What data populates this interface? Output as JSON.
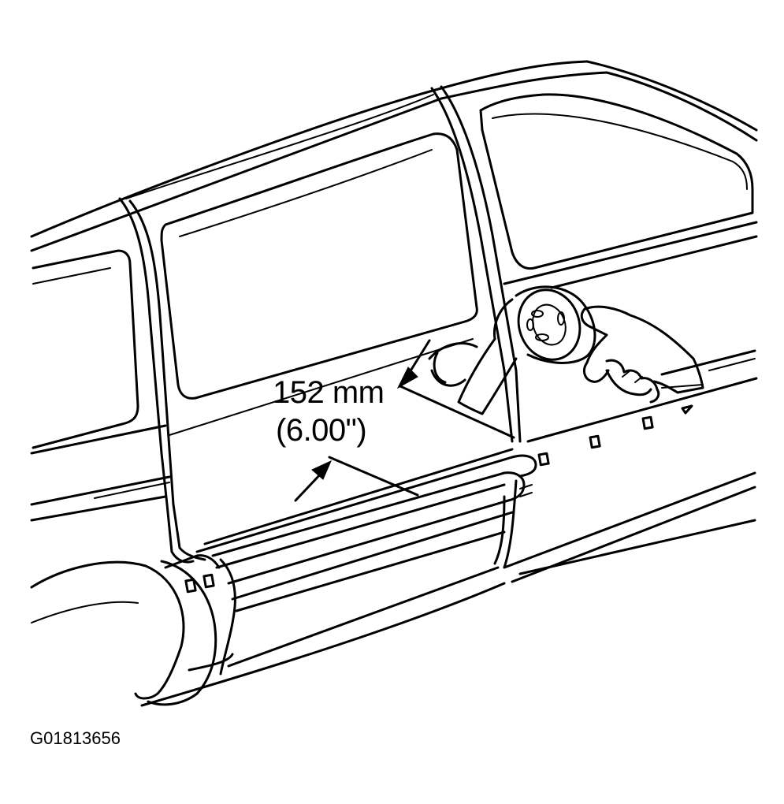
{
  "dimension": {
    "metric": "152 mm",
    "imperial": "(6.00ʺ)"
  },
  "figure_id": "G01813656"
}
